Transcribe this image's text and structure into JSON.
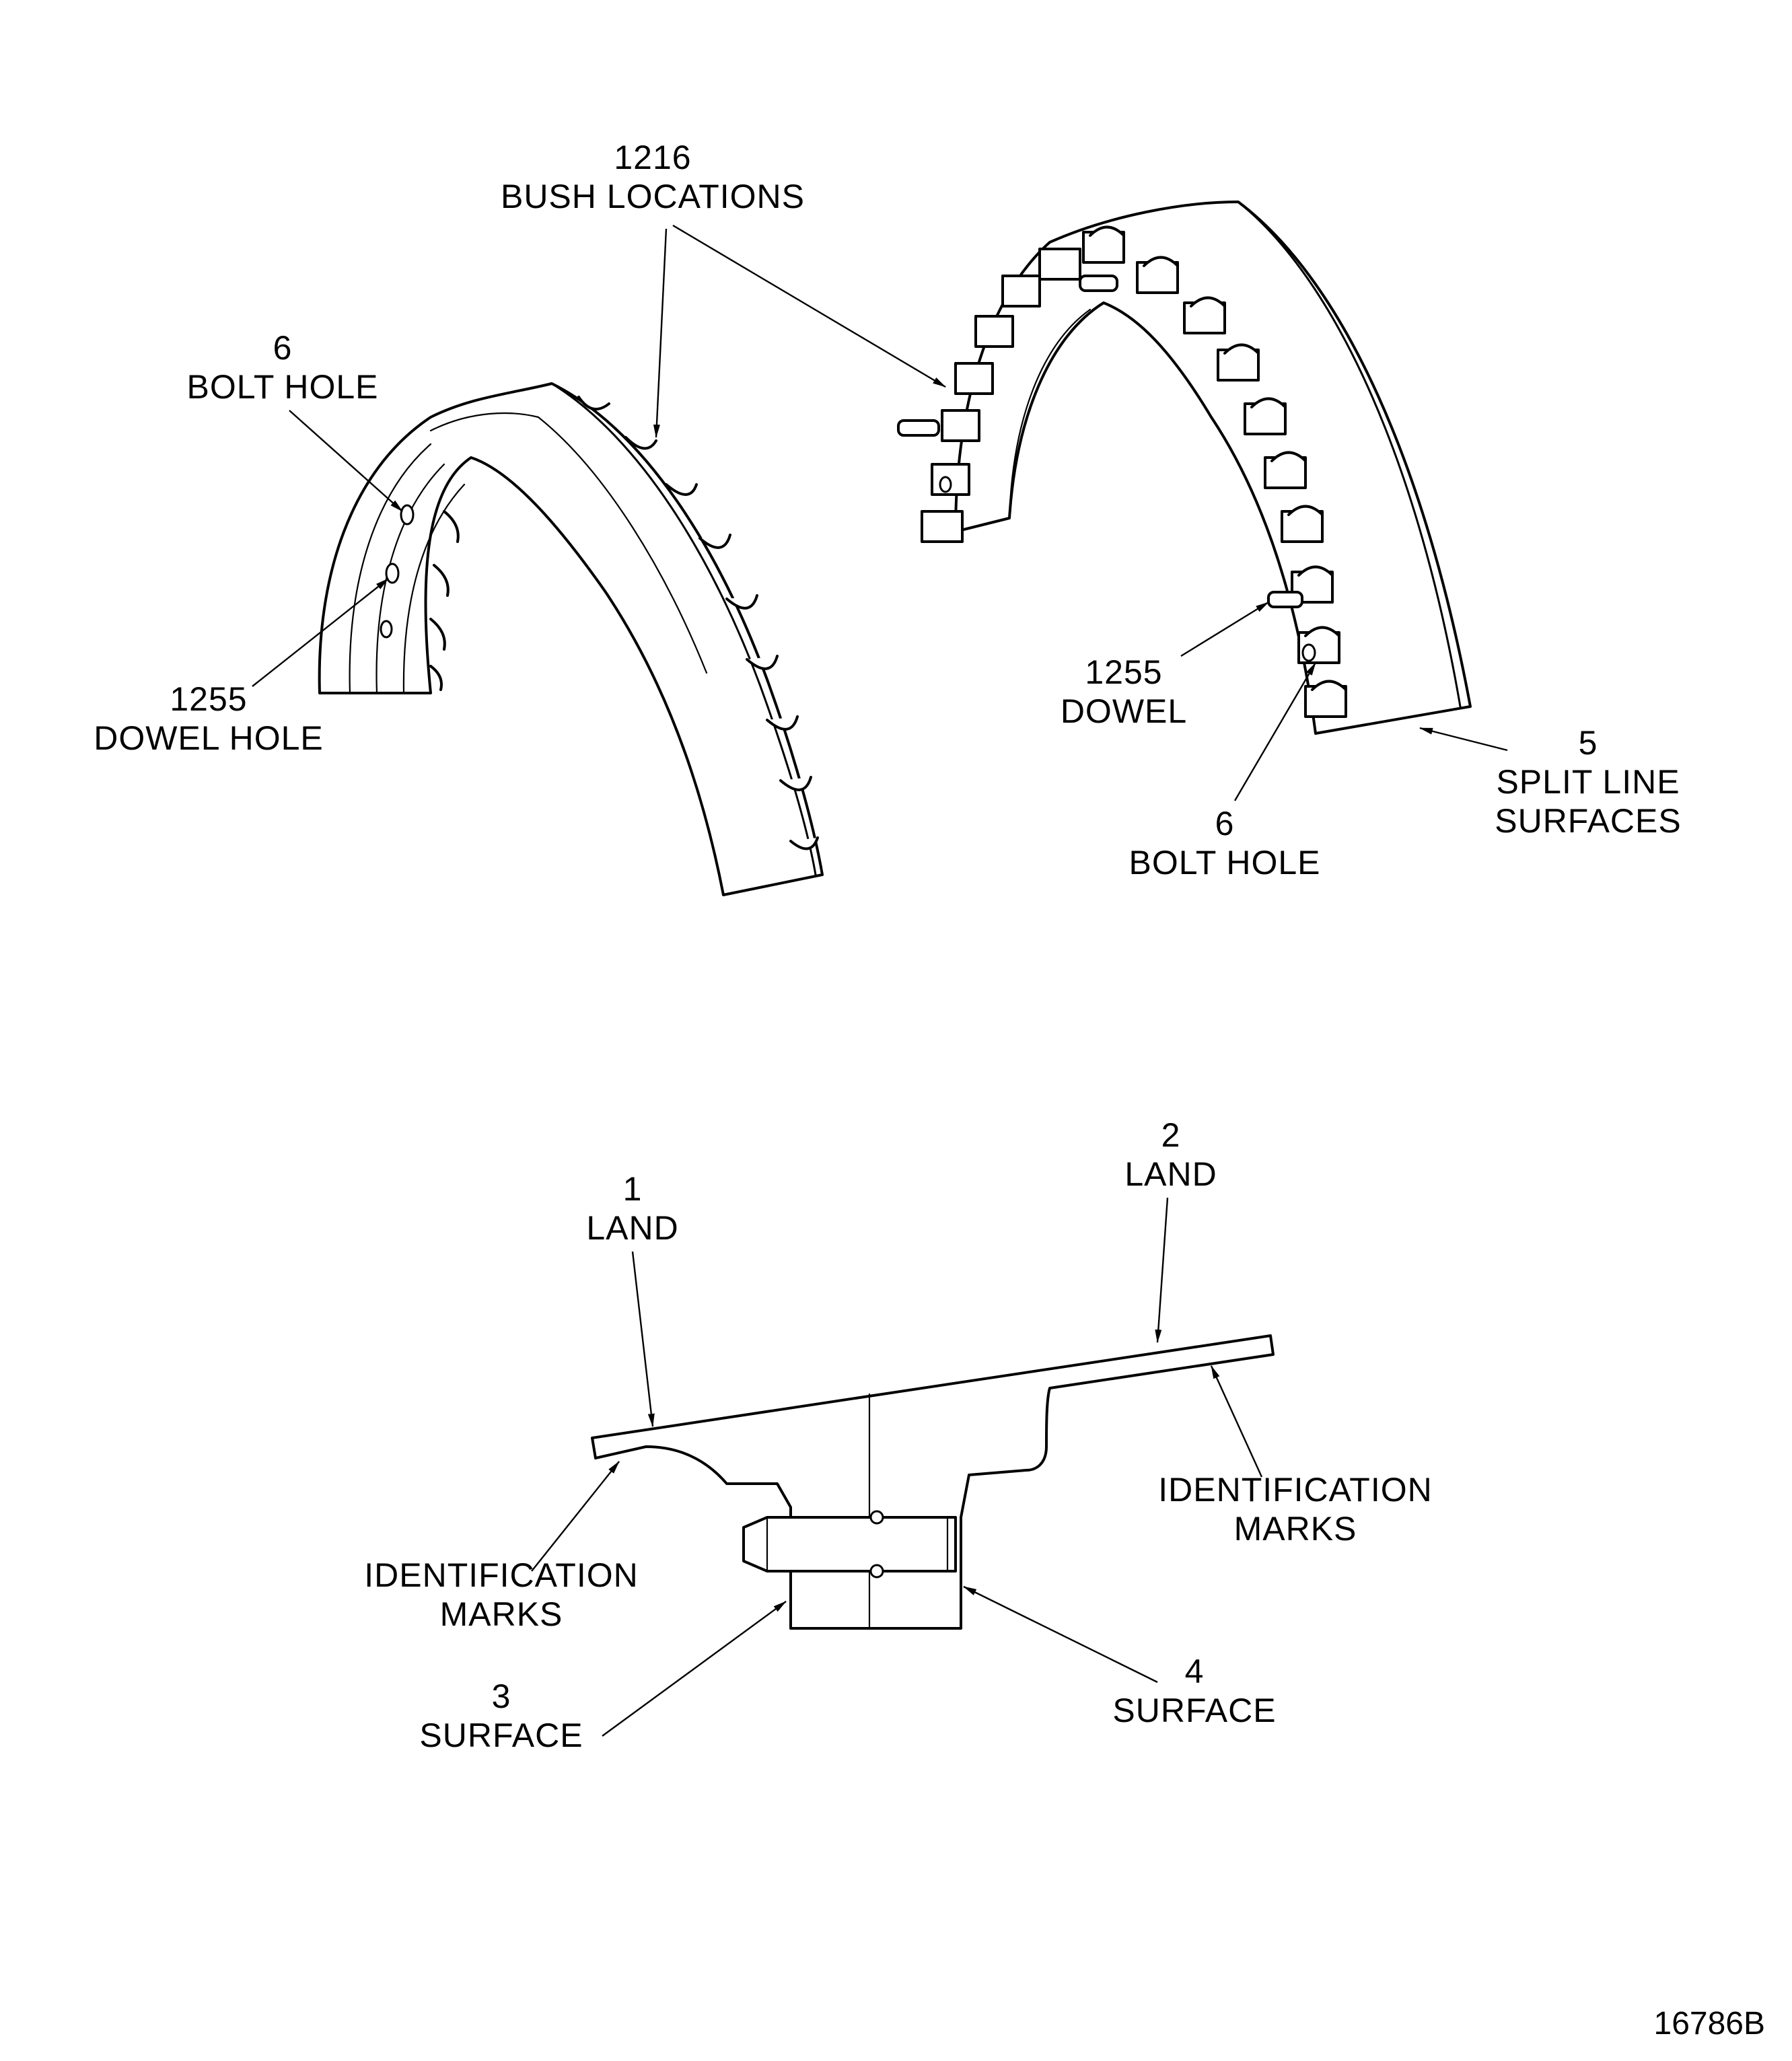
{
  "labels": {
    "bush_locations": {
      "number": "1216",
      "text": "BUSH LOCATIONS"
    },
    "bolt_hole_left": {
      "number": "6",
      "text": "BOLT HOLE"
    },
    "dowel_hole": {
      "number": "1255",
      "text": "DOWEL HOLE"
    },
    "dowel": {
      "number": "1255",
      "text": "DOWEL"
    },
    "bolt_hole_right": {
      "number": "6",
      "text": "BOLT HOLE"
    },
    "split_line": {
      "number": "5",
      "text_1": "SPLIT LINE",
      "text_2": "SURFACES"
    },
    "land_1": {
      "number": "1",
      "text": "LAND"
    },
    "land_2": {
      "number": "2",
      "text": "LAND"
    },
    "id_marks_right": {
      "text_1": "IDENTIFICATION",
      "text_2": "MARKS"
    },
    "id_marks_left": {
      "text_1": "IDENTIFICATION",
      "text_2": "MARKS"
    },
    "surface_3": {
      "number": "3",
      "text": "SURFACE"
    },
    "surface_4": {
      "number": "4",
      "text": "SURFACE"
    }
  },
  "figure_number": "16786B"
}
